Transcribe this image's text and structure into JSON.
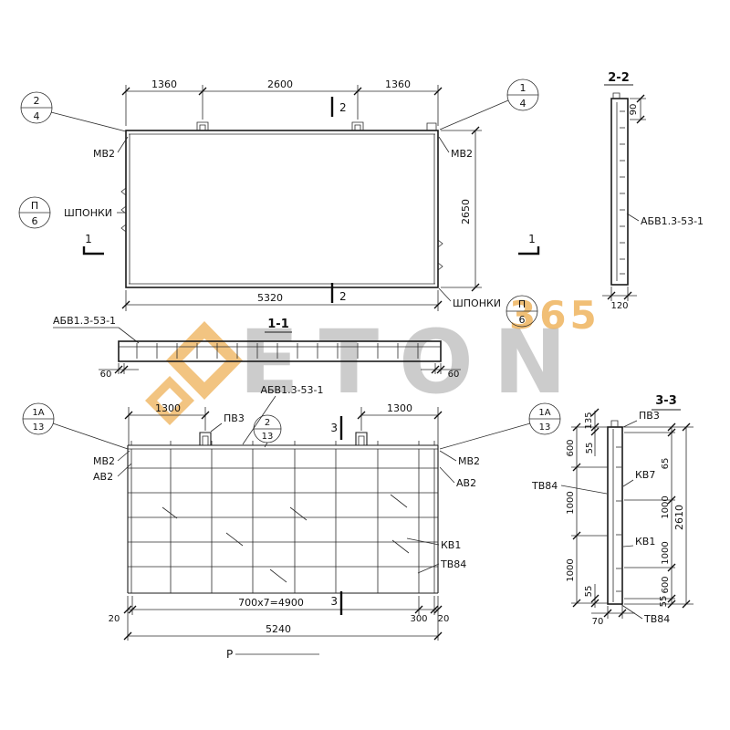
{
  "watermark": {
    "brand": "ETON",
    "number": "365"
  },
  "plan": {
    "dim_top_left": "1360",
    "dim_top_mid": "2600",
    "dim_top_right": "1360",
    "dim_width": "5320",
    "dim_height": "2650",
    "label_mv2_left": "МВ2",
    "label_mv2_right": "МВ2",
    "label_shponki_left": "ШПОНКИ",
    "label_shponki_right": "ШПОНКИ",
    "callout_top_left": {
      "num": "2",
      "den": "4"
    },
    "callout_top_right": {
      "num": "1",
      "den": "4"
    },
    "callout_keys_left": {
      "num": "П",
      "den": "6"
    },
    "callout_keys_right": {
      "num": "П",
      "den": "6"
    },
    "section_mark_1": "1",
    "section_mark_2": "2"
  },
  "section_2_2": {
    "title": "2-2",
    "dim_offset": "90",
    "dim_thickness": "120",
    "label_abv": "АБВ1.3-53-1"
  },
  "section_1_1": {
    "title": "1-1",
    "label_abv": "АБВ1.3-53-1",
    "dim_end_left": "60",
    "dim_end_right": "60"
  },
  "rebar_plan": {
    "label_abv": "АБВ1.3-53-1",
    "label_pv3": "ПВ3",
    "dim_loop_left": "1300",
    "dim_loop_right": "1300",
    "callout_left": {
      "num": "1А",
      "den": "13"
    },
    "callout_mid": {
      "num": "2",
      "den": "13"
    },
    "callout_right": {
      "num": "1А",
      "den": "13"
    },
    "label_mv2_left": "МВ2",
    "label_av2_left": "АВ2",
    "label_mv2_right": "МВ2",
    "label_av2_right": "АВ2",
    "label_kv1": "КВ1",
    "label_tv84": "ТВ84",
    "dim_edge_left": "20",
    "dim_spacing": "700х7=4900",
    "dim_300": "300",
    "dim_edge_right": "20",
    "dim_total": "5240",
    "section_mark_3": "3"
  },
  "section_3_3": {
    "title": "3-3",
    "label_pv3": "ПВ3",
    "label_tv84_left": "ТВ84",
    "label_kv7": "КВ7",
    "label_kv1": "КВ1",
    "label_tv84_bottom": "ТВ84",
    "dim_135": "135",
    "dim_55_top": "55",
    "dim_600_left": "600",
    "dim_1000_left_a": "1000",
    "dim_1000_left_b": "1000",
    "dim_55_bottom": "55",
    "dim_65": "65",
    "dim_1000_right_a": "1000",
    "dim_1000_right_b": "1000",
    "dim_600_right": "600",
    "dim_55_right": "55",
    "dim_total": "2610",
    "dim_70": "70"
  },
  "footer": {
    "mark": "Р"
  }
}
